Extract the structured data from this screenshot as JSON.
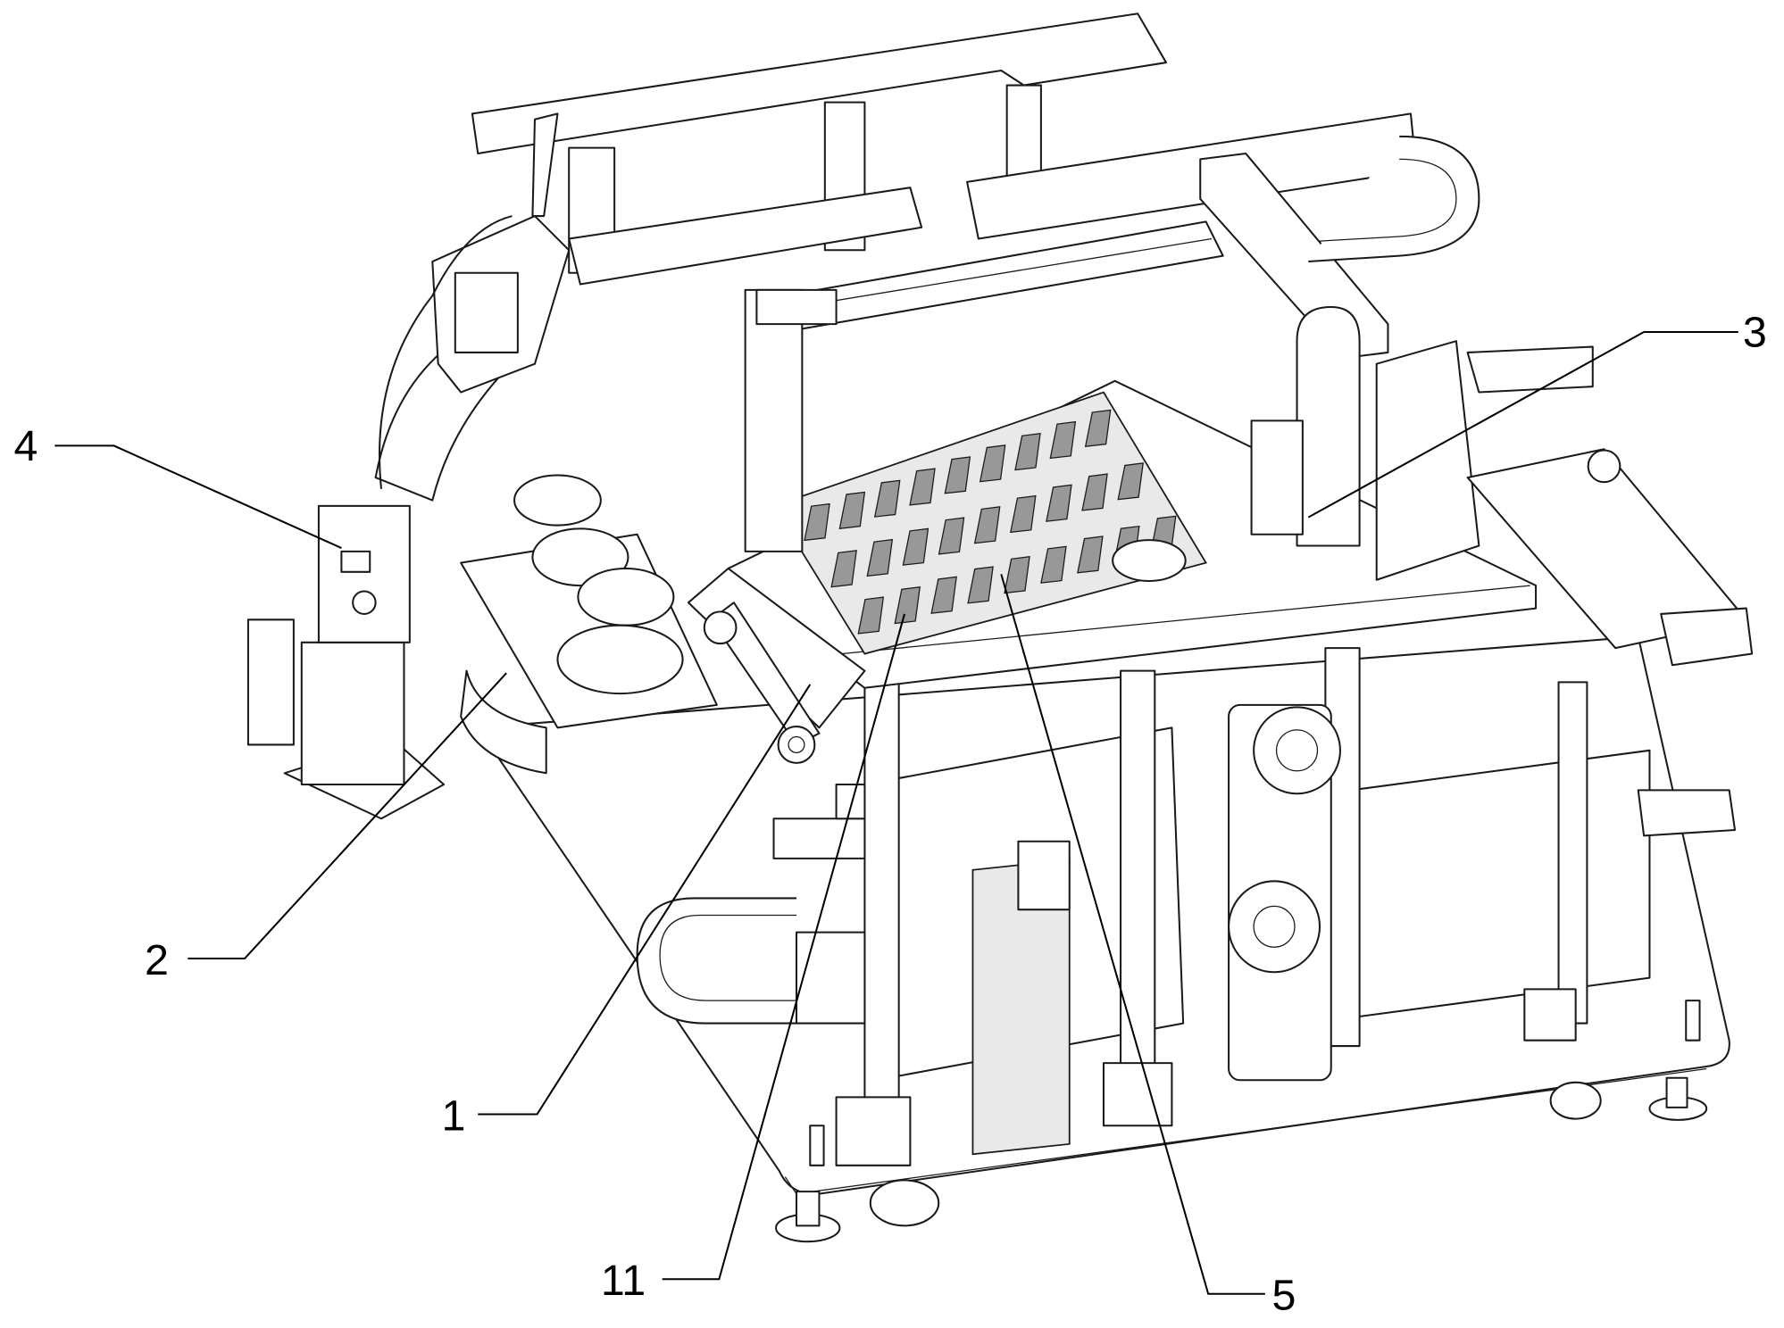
{
  "figure": {
    "labels": [
      {
        "id": "label-1",
        "text": "1"
      },
      {
        "id": "label-2",
        "text": "2"
      },
      {
        "id": "label-3",
        "text": "3"
      },
      {
        "id": "label-4",
        "text": "4"
      },
      {
        "id": "label-5",
        "text": "5"
      },
      {
        "id": "label-11",
        "text": "11"
      }
    ]
  }
}
